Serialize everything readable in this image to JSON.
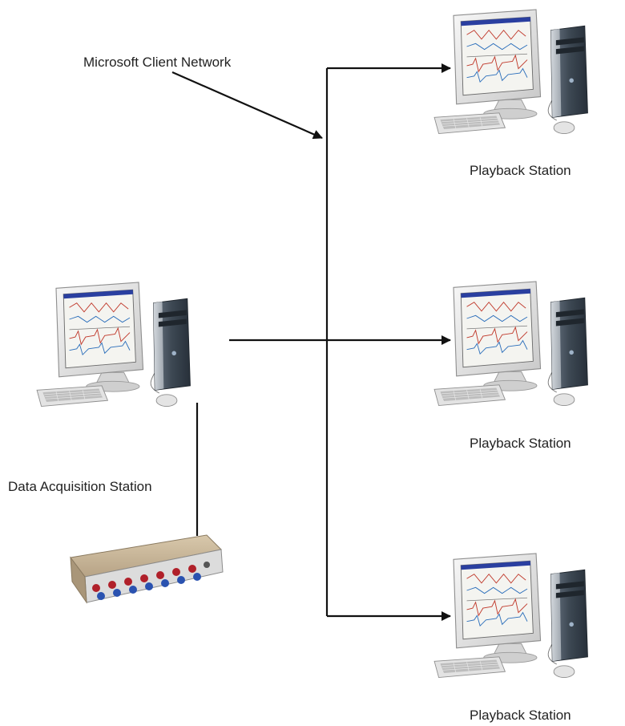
{
  "labels": {
    "network": "Microsoft Client Network",
    "acquisition_station": "Data Acquisition Station",
    "playback_station_1": "Playback Station",
    "playback_station_2": "Playback Station",
    "playback_station_3": "Playback Station"
  },
  "colors": {
    "line": "#111111",
    "monitor_bezel": "#e6e6e6",
    "screen_bg": "#f4f4f0",
    "tower_dark": "#3e4a56",
    "device_body": "#c9b79a",
    "device_face": "#dcdcdc",
    "jack_red": "#b0202a",
    "jack_blue": "#2a52b0"
  },
  "icons": [
    "workstation-icon",
    "tower-icon",
    "keyboard-icon",
    "mouse-icon",
    "data-acquisition-device-icon"
  ]
}
